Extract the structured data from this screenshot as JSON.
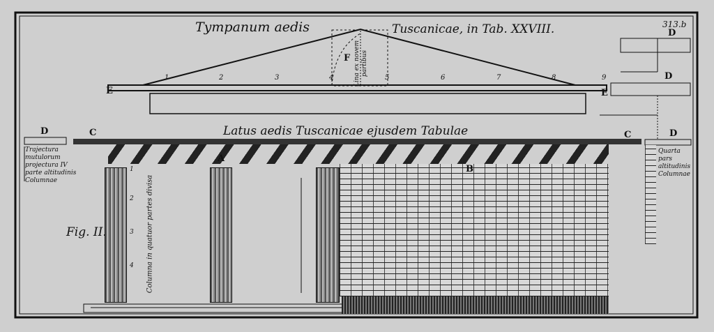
{
  "plate_number": "313.b",
  "top": {
    "title_left": "Tympanum aedis",
    "title_right": "Tuscanicae, in Tab. XXVIII.",
    "divisions": [
      "1",
      "2",
      "3",
      "4",
      "5",
      "6",
      "7",
      "8",
      "9"
    ],
    "label_E": "E",
    "label_F": "F",
    "label_D": "D",
    "vertical_note": "Lina ex novem partibus"
  },
  "bottom": {
    "title": "Latus aedis Tuscanicae ejusdem Tabulae",
    "label_C": "C",
    "label_A": "A",
    "label_B": "B",
    "label_D": "D",
    "left_note": "Trajectura mutulorum projectura IV parte altitudinis Columnae",
    "right_note": "Quarta pars altitudinis Columnae",
    "fig": "Fig. II.",
    "column_note": "Columna in quatuor partes divisa",
    "column_divisions": [
      "1",
      "2",
      "3",
      "4"
    ]
  }
}
